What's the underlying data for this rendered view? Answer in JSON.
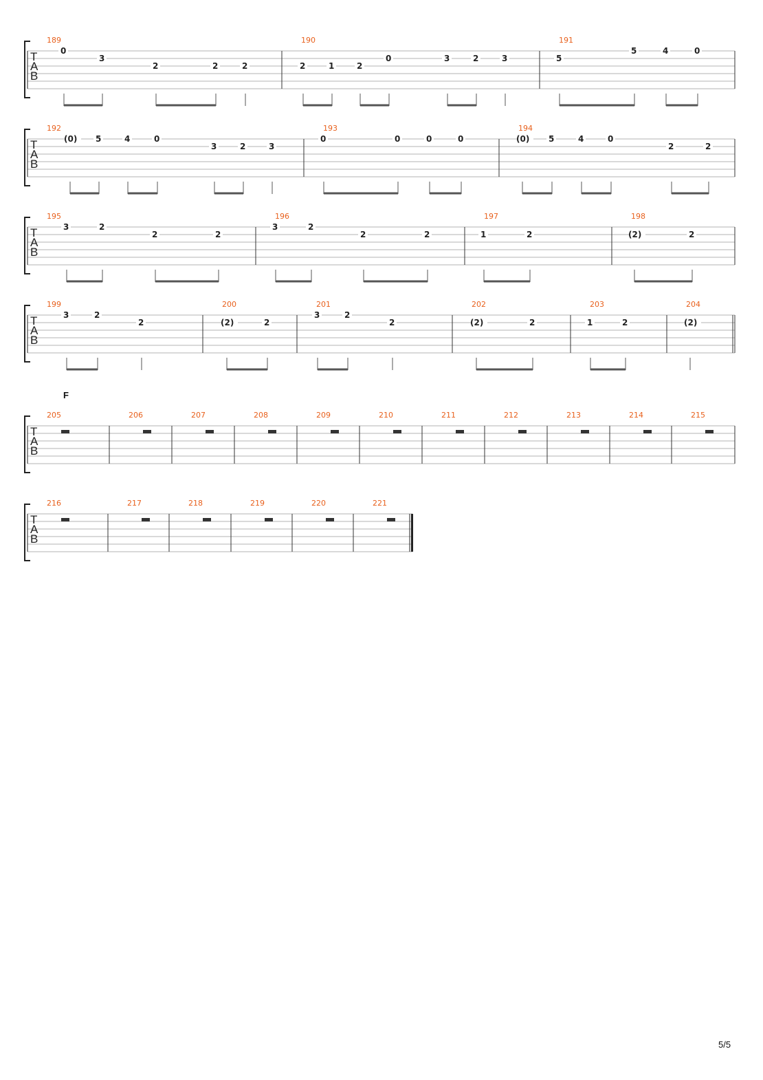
{
  "page": {
    "page_number": "5/5"
  },
  "tab_letters": [
    "T",
    "A",
    "B"
  ],
  "section_marker": "F",
  "systems": [
    {
      "measures": [
        {
          "number": "189",
          "notes": [
            {
              "fret": "0",
              "string": 1
            },
            {
              "fret": "3",
              "string": 2
            },
            {
              "fret": "2",
              "string": 3
            },
            {
              "fret": "2",
              "string": 3
            },
            {
              "fret": "2",
              "string": 3
            }
          ]
        },
        {
          "number": "190",
          "notes": [
            {
              "fret": "2",
              "string": 3
            },
            {
              "fret": "1",
              "string": 3
            },
            {
              "fret": "2",
              "string": 3
            },
            {
              "fret": "0",
              "string": 2
            },
            {
              "fret": "3",
              "string": 2
            },
            {
              "fret": "2",
              "string": 2
            },
            {
              "fret": "3",
              "string": 2
            }
          ]
        },
        {
          "number": "191",
          "notes": [
            {
              "fret": "5",
              "string": 2
            },
            {
              "fret": "5",
              "string": 1
            },
            {
              "fret": "4",
              "string": 1
            },
            {
              "fret": "0",
              "string": 1
            }
          ]
        }
      ]
    },
    {
      "measures": [
        {
          "number": "192",
          "notes": [
            {
              "fret": "(0)",
              "string": 1
            },
            {
              "fret": "5",
              "string": 1
            },
            {
              "fret": "4",
              "string": 1
            },
            {
              "fret": "0",
              "string": 1
            },
            {
              "fret": "3",
              "string": 2
            },
            {
              "fret": "2",
              "string": 2
            },
            {
              "fret": "3",
              "string": 2
            }
          ]
        },
        {
          "number": "193",
          "notes": [
            {
              "fret": "0",
              "string": 1
            },
            {
              "fret": "0",
              "string": 1
            },
            {
              "fret": "0",
              "string": 1
            },
            {
              "fret": "0",
              "string": 1
            }
          ]
        },
        {
          "number": "194",
          "notes": [
            {
              "fret": "(0)",
              "string": 1
            },
            {
              "fret": "5",
              "string": 1
            },
            {
              "fret": "4",
              "string": 1
            },
            {
              "fret": "0",
              "string": 1
            },
            {
              "fret": "2",
              "string": 2
            },
            {
              "fret": "2",
              "string": 2
            }
          ]
        }
      ]
    },
    {
      "measures": [
        {
          "number": "195",
          "notes": [
            {
              "fret": "3",
              "string": 1
            },
            {
              "fret": "2",
              "string": 1
            },
            {
              "fret": "2",
              "string": 2
            },
            {
              "fret": "2",
              "string": 2
            }
          ]
        },
        {
          "number": "196",
          "notes": [
            {
              "fret": "3",
              "string": 1
            },
            {
              "fret": "2",
              "string": 1
            },
            {
              "fret": "2",
              "string": 2
            },
            {
              "fret": "2",
              "string": 2
            }
          ]
        },
        {
          "number": "197",
          "notes": [
            {
              "fret": "1",
              "string": 2
            },
            {
              "fret": "2",
              "string": 2
            }
          ]
        },
        {
          "number": "198",
          "notes": [
            {
              "fret": "(2)",
              "string": 2
            },
            {
              "fret": "2",
              "string": 2
            }
          ]
        }
      ]
    },
    {
      "measures": [
        {
          "number": "199",
          "notes": [
            {
              "fret": "3",
              "string": 1
            },
            {
              "fret": "2",
              "string": 1
            },
            {
              "fret": "2",
              "string": 2
            }
          ]
        },
        {
          "number": "200",
          "notes": [
            {
              "fret": "(2)",
              "string": 2
            },
            {
              "fret": "2",
              "string": 2
            }
          ]
        },
        {
          "number": "201",
          "notes": [
            {
              "fret": "3",
              "string": 1
            },
            {
              "fret": "2",
              "string": 1
            },
            {
              "fret": "2",
              "string": 2
            }
          ]
        },
        {
          "number": "202",
          "notes": [
            {
              "fret": "(2)",
              "string": 2
            },
            {
              "fret": "2",
              "string": 2
            }
          ]
        },
        {
          "number": "203",
          "notes": [
            {
              "fret": "1",
              "string": 2
            },
            {
              "fret": "2",
              "string": 2
            }
          ]
        },
        {
          "number": "204",
          "notes": [
            {
              "fret": "(2)",
              "string": 2
            }
          ]
        }
      ]
    },
    {
      "measures": [
        {
          "number": "205",
          "rest": true
        },
        {
          "number": "206",
          "rest": true
        },
        {
          "number": "207",
          "rest": true
        },
        {
          "number": "208",
          "rest": true
        },
        {
          "number": "209",
          "rest": true
        },
        {
          "number": "210",
          "rest": true
        },
        {
          "number": "211",
          "rest": true
        },
        {
          "number": "212",
          "rest": true
        },
        {
          "number": "213",
          "rest": true
        },
        {
          "number": "214",
          "rest": true
        },
        {
          "number": "215",
          "rest": true
        }
      ]
    },
    {
      "measures": [
        {
          "number": "216",
          "rest": true
        },
        {
          "number": "217",
          "rest": true
        },
        {
          "number": "218",
          "rest": true
        },
        {
          "number": "219",
          "rest": true
        },
        {
          "number": "220",
          "rest": true
        },
        {
          "number": "221",
          "rest": true
        }
      ]
    }
  ]
}
